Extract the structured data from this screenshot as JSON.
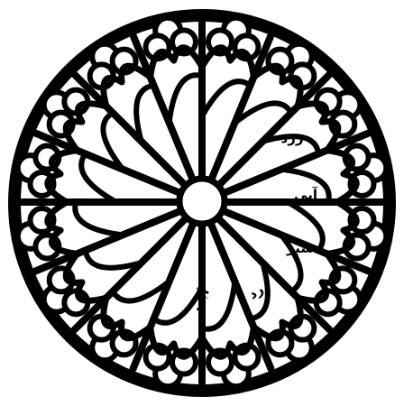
{
  "diagram": {
    "segments_count": 16,
    "colors": {
      "stroke": "#000000",
      "fill": "#ffffff"
    },
    "labels": [
      {
        "id": "label-1",
        "text": "زرد"
      },
      {
        "id": "label-2",
        "text": "آبی"
      },
      {
        "id": "label-3",
        "text": "سبز"
      },
      {
        "id": "label-4",
        "text": "زرد"
      },
      {
        "id": "label-5",
        "text": "آبی"
      }
    ]
  }
}
